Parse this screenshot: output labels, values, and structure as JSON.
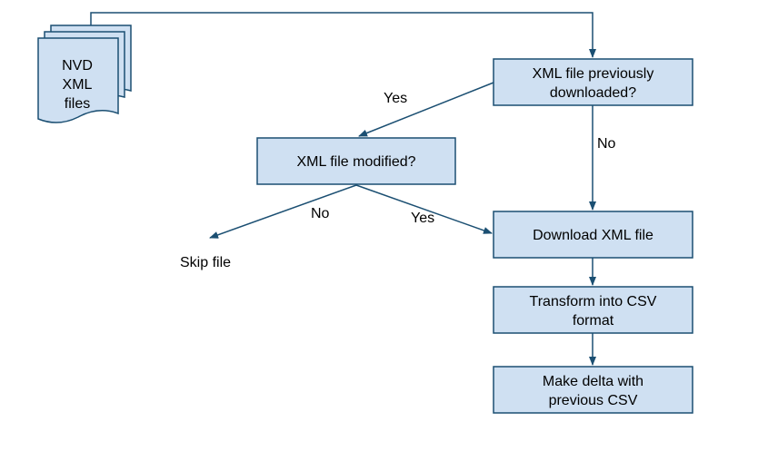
{
  "colors": {
    "box_fill": "#cfe0f2",
    "box_stroke": "#1b4f72",
    "line": "#1b4f72",
    "background": "#ffffff"
  },
  "nodes": {
    "doc": {
      "line1": "NVD",
      "line2": "XML",
      "line3": "files"
    },
    "previously_downloaded": {
      "line1": "XML file previously",
      "line2": "downloaded?"
    },
    "modified": {
      "line1": "XML file modified?"
    },
    "download": {
      "line1": "Download XML file"
    },
    "transform": {
      "line1": "Transform into CSV",
      "line2": "format"
    },
    "delta": {
      "line1": "Make delta with",
      "line2": "previous CSV"
    },
    "skip": {
      "line1": "Skip file"
    }
  },
  "edges": {
    "yes_to_modified": "Yes",
    "no_to_download": "No",
    "no_to_skip": "No",
    "yes_to_download": "Yes"
  }
}
